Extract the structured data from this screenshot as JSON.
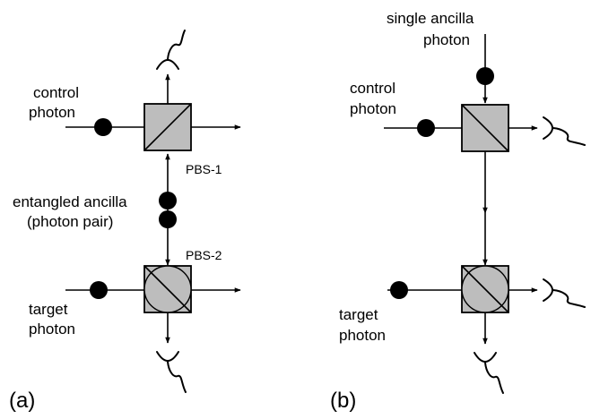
{
  "panel_a": {
    "label": "(a)",
    "control_label_line1": "control",
    "control_label_line2": "photon",
    "target_label_line1": "target",
    "target_label_line2": "photon",
    "ancilla_label_line1": "entangled ancilla",
    "ancilla_label_line2": "(photon pair)",
    "pbs1_label": "PBS-1",
    "pbs2_label": "PBS-2"
  },
  "panel_b": {
    "label": "(b)",
    "ancilla_label_line1": "single ancilla",
    "ancilla_label_line2": "photon",
    "control_label_line1": "control",
    "control_label_line2": "photon",
    "target_label_line1": "target",
    "target_label_line2": "photon"
  },
  "colors": {
    "component_fill": "#bdbdbd",
    "line": "#000000"
  }
}
